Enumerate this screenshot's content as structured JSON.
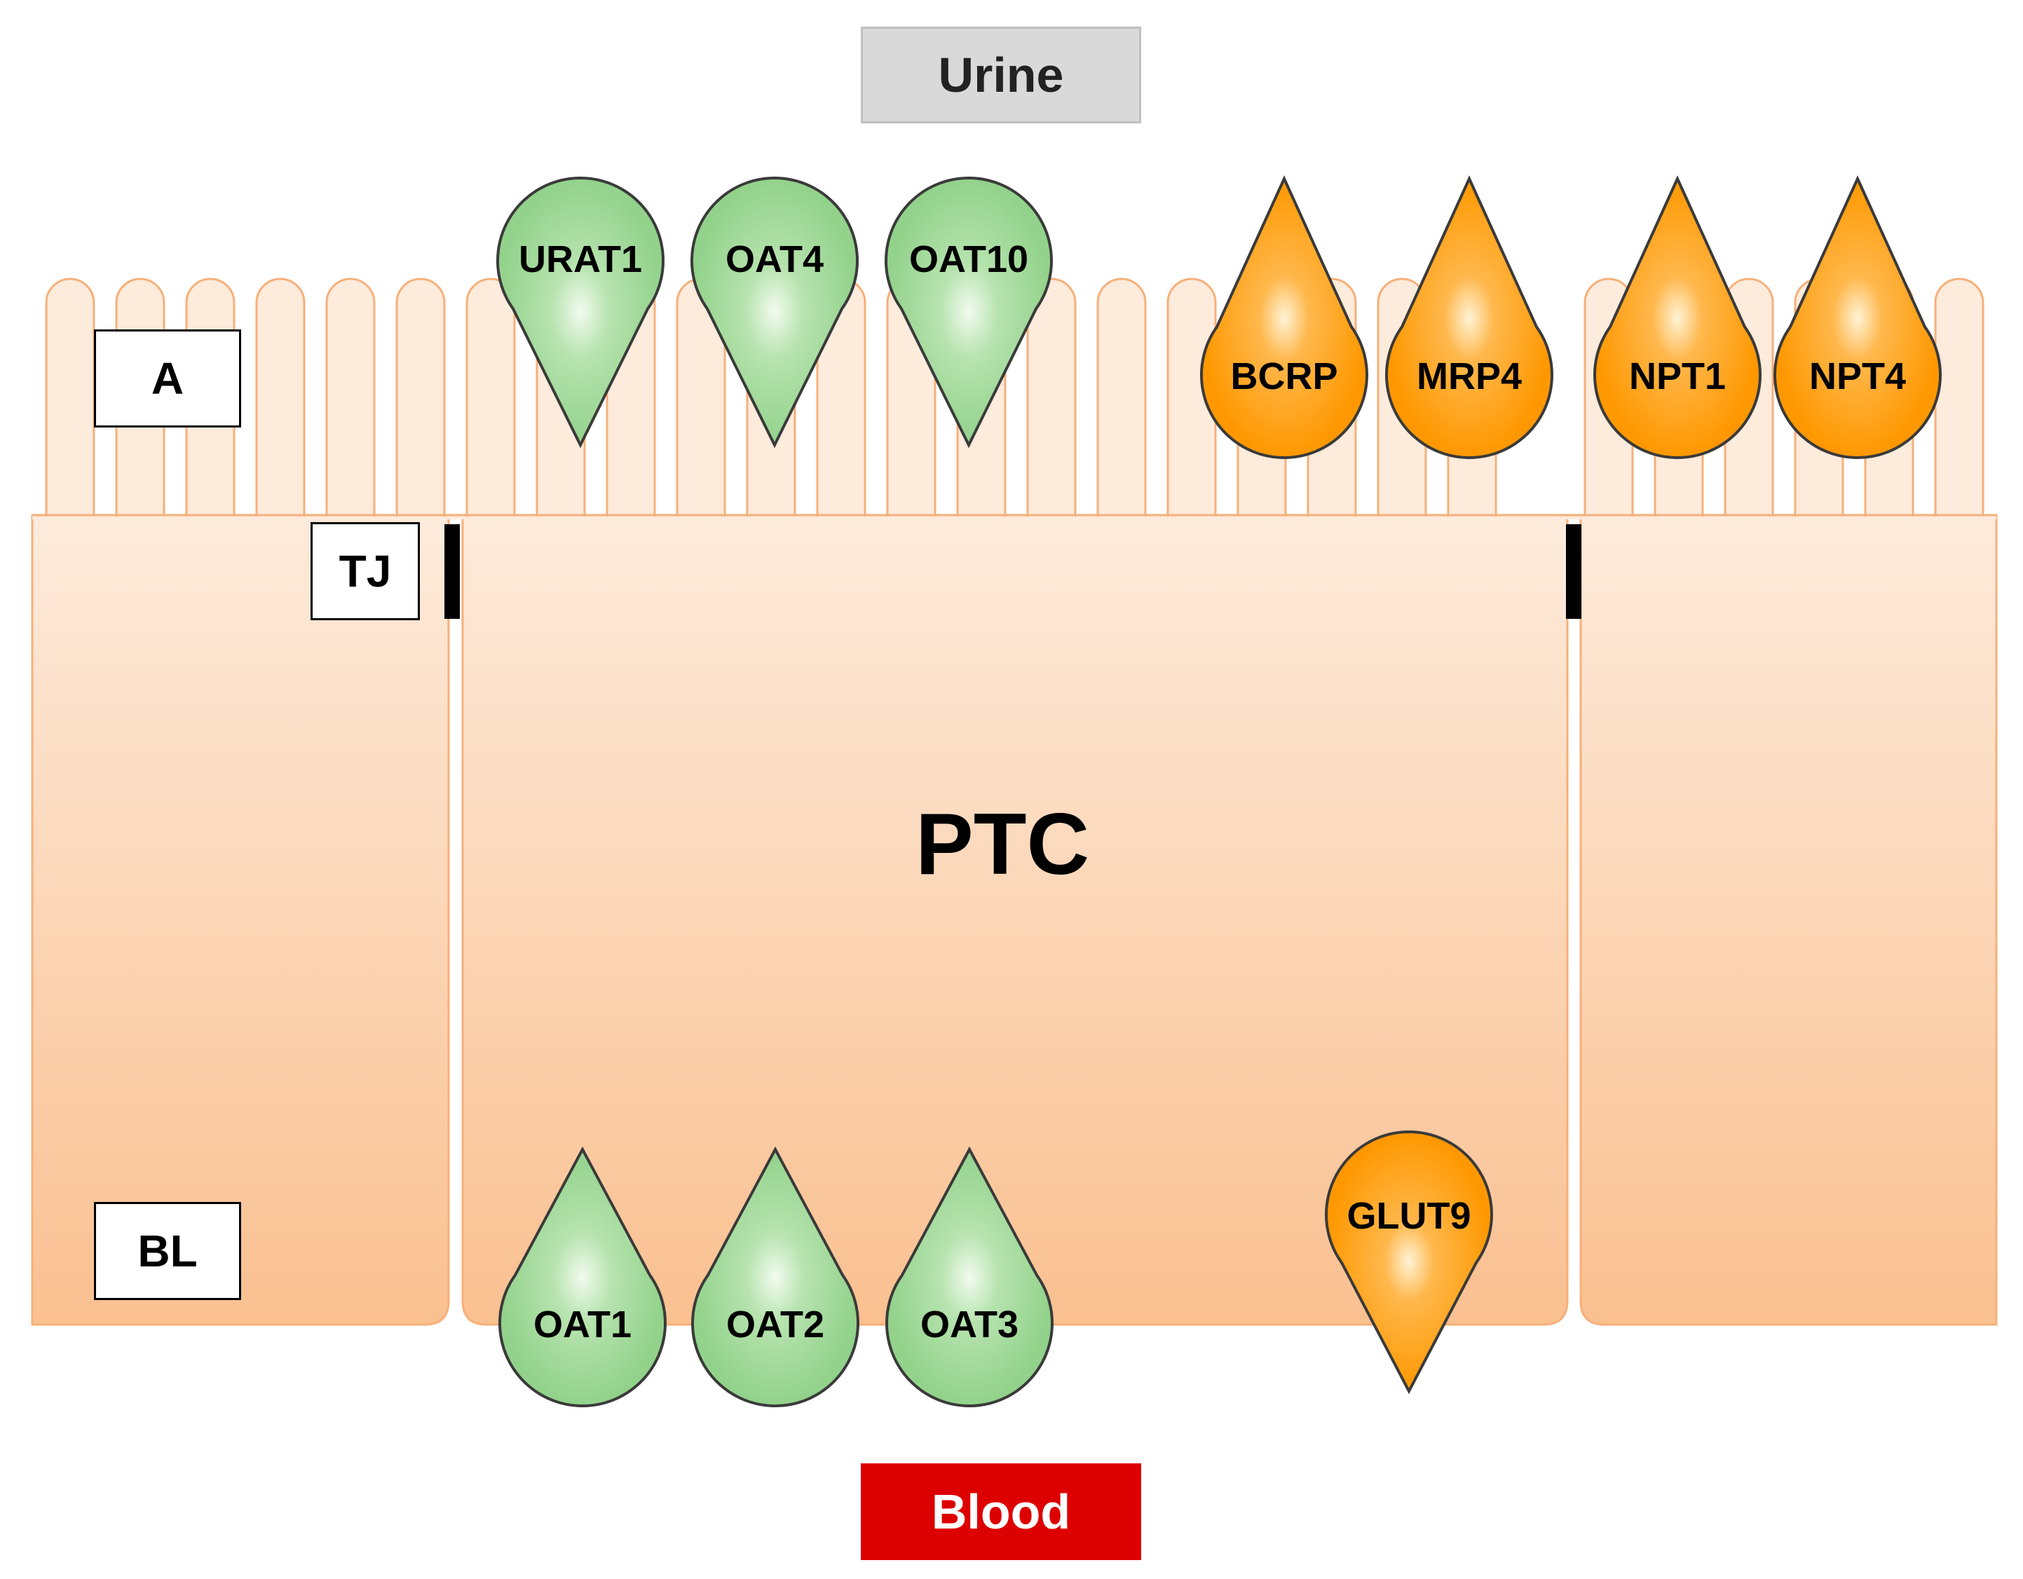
{
  "regions": {
    "urine": "Urine",
    "blood": "Blood",
    "cell": "PTC"
  },
  "side_labels": {
    "apical": "A",
    "tight_junction": "TJ",
    "basolateral": "BL"
  },
  "transporters": {
    "apical_green": [
      "URAT1",
      "OAT4",
      "OAT10"
    ],
    "apical_orange": [
      "BCRP",
      "MRP4",
      "NPT1",
      "NPT4"
    ],
    "basolateral_green": [
      "OAT1",
      "OAT2",
      "OAT3"
    ],
    "basolateral_orange": [
      "GLUT9"
    ]
  },
  "colors": {
    "cell_top": "#fdebdc",
    "cell_bottom": "#fac090",
    "cell_outline": "#f6b07a",
    "green_transporter": "#92d28b",
    "orange_transporter": "#ff9800",
    "blood": "#dd0000",
    "urine": "#d9d9d9",
    "tight_junction": "#000000"
  }
}
